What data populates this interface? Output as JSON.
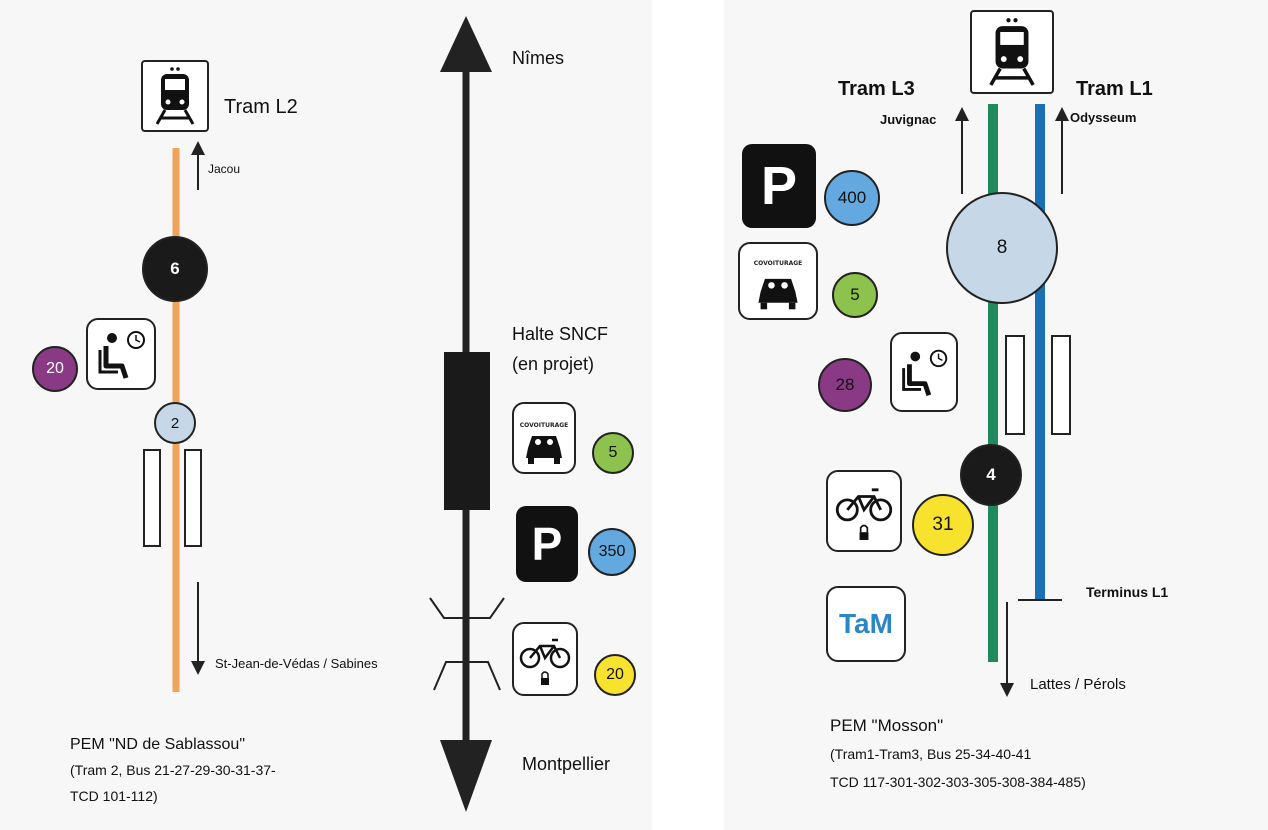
{
  "left": {
    "tram_label": "Tram L2",
    "dir_north": "Jacou",
    "dir_south": "St-Jean-de-Védas / Sabines",
    "stop_count": "6",
    "waiting_count": "20",
    "platform_count": "2",
    "city_north": "Nîmes",
    "city_south": "Montpellier",
    "halte_label_1": "Halte SNCF",
    "halte_label_2": "(en projet)",
    "covoiturage_text": "COVOITURAGE",
    "covoiturage_count": "5",
    "parking_count": "350",
    "bike_count": "20",
    "pem_title": "PEM \"ND de Sablassou\"",
    "pem_line_1": "(Tram 2, Bus 21-27-29-30-31-37-",
    "pem_line_2": "TCD 101-112)"
  },
  "right": {
    "tram_l3": "Tram L3",
    "tram_l1": "Tram L1",
    "dir_l3": "Juvignac",
    "dir_l1": "Odysseum",
    "parking_count": "400",
    "hub_count": "8",
    "covoiturage_text": "COVOITURAGE",
    "covoiturage_count": "5",
    "waiting_count": "28",
    "stop_count": "4",
    "bike_count": "31",
    "terminus": "Terminus L1",
    "dir_south": "Lattes / Pérols",
    "tam_logo": "TaM",
    "pem_title": "PEM \"Mosson\"",
    "pem_line_1": "(Tram1-Tram3, Bus 25-34-40-41",
    "pem_line_2": "TCD 117-301-302-303-305-308-384-485)"
  },
  "colors": {
    "tram_l2": "#f0a35a",
    "tram_l3": "#1f8a5e",
    "tram_l1": "#1a6fb5",
    "purple": "#8a3a85",
    "light_blue": "#c6d7e8",
    "sky_blue": "#63a8de",
    "green": "#8dc24d",
    "yellow": "#f7e22d",
    "black": "#1a1a1a"
  },
  "icons": [
    "train-icon",
    "parking-icon",
    "car-icon",
    "bicycle-icon",
    "waiting-room-icon",
    "tam-logo"
  ]
}
